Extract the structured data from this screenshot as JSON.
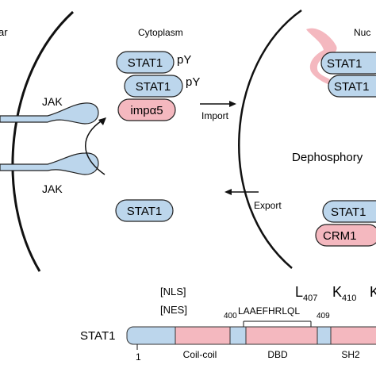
{
  "labels": {
    "extracellular_partial": "ar",
    "cytoplasm": "Cytoplasm",
    "nucleus_partial": "Nuc",
    "jak_top": "JAK",
    "jak_bottom": "JAK",
    "import": "Import",
    "export": "Export",
    "dephosphorylation_partial": "Dephosphory",
    "stat1_label": "STAT1",
    "pY": "pY",
    "impa5": "impα5",
    "crm1": "CRM1"
  },
  "domain_map": {
    "protein": "STAT1",
    "nls": "[NLS]",
    "nes": "[NES]",
    "residue_L407": "L",
    "residue_L407_sub": "407",
    "residue_K410": "K",
    "residue_K410_sub": "410",
    "residue_K_partial": "K",
    "motif": "LAAEFHRLQL",
    "motif_start": "400",
    "motif_end": "409",
    "start_residue": "1",
    "domains": [
      "Coil-coil",
      "DBD",
      "SH2"
    ]
  },
  "colors": {
    "stat_fill": "#bcd6ec",
    "pink_fill": "#f4b8bf",
    "outline": "#222222"
  }
}
